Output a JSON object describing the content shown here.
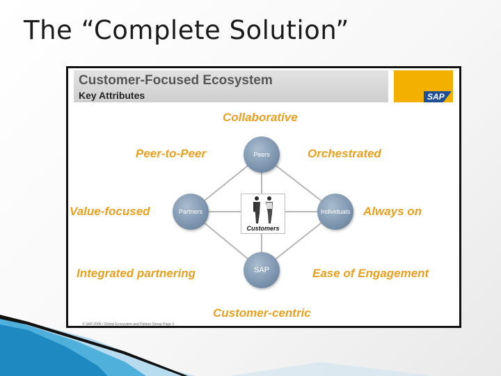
{
  "slide": {
    "title": "The “Complete Solution”"
  },
  "header": {
    "title": "Customer-Focused Ecosystem",
    "subtitle": "Key Attributes",
    "logo_text": "SAP"
  },
  "attributes": {
    "top": "Collaborative",
    "upper_left": "Peer-to-Peer",
    "upper_right": "Orchestrated",
    "left": "Value-focused",
    "right": "Always on",
    "lower_left": "Integrated partnering",
    "lower_right": "Ease of Engagement",
    "bottom": "Customer-centric"
  },
  "nodes": {
    "top": "Peers",
    "left": "Partners",
    "right": "Individuals",
    "bottom": "SAP"
  },
  "center": {
    "label": "Customers"
  },
  "footer": {
    "note": "© SAP 2006 / Global Ecosystem and Partner Group Page 3"
  },
  "colors": {
    "attribute_text": "#e8a020",
    "node_fill": "#7f97b0",
    "logo_background": "#f4b000",
    "logo_tab": "#1f4f97",
    "decoration": "#1e88c0"
  }
}
